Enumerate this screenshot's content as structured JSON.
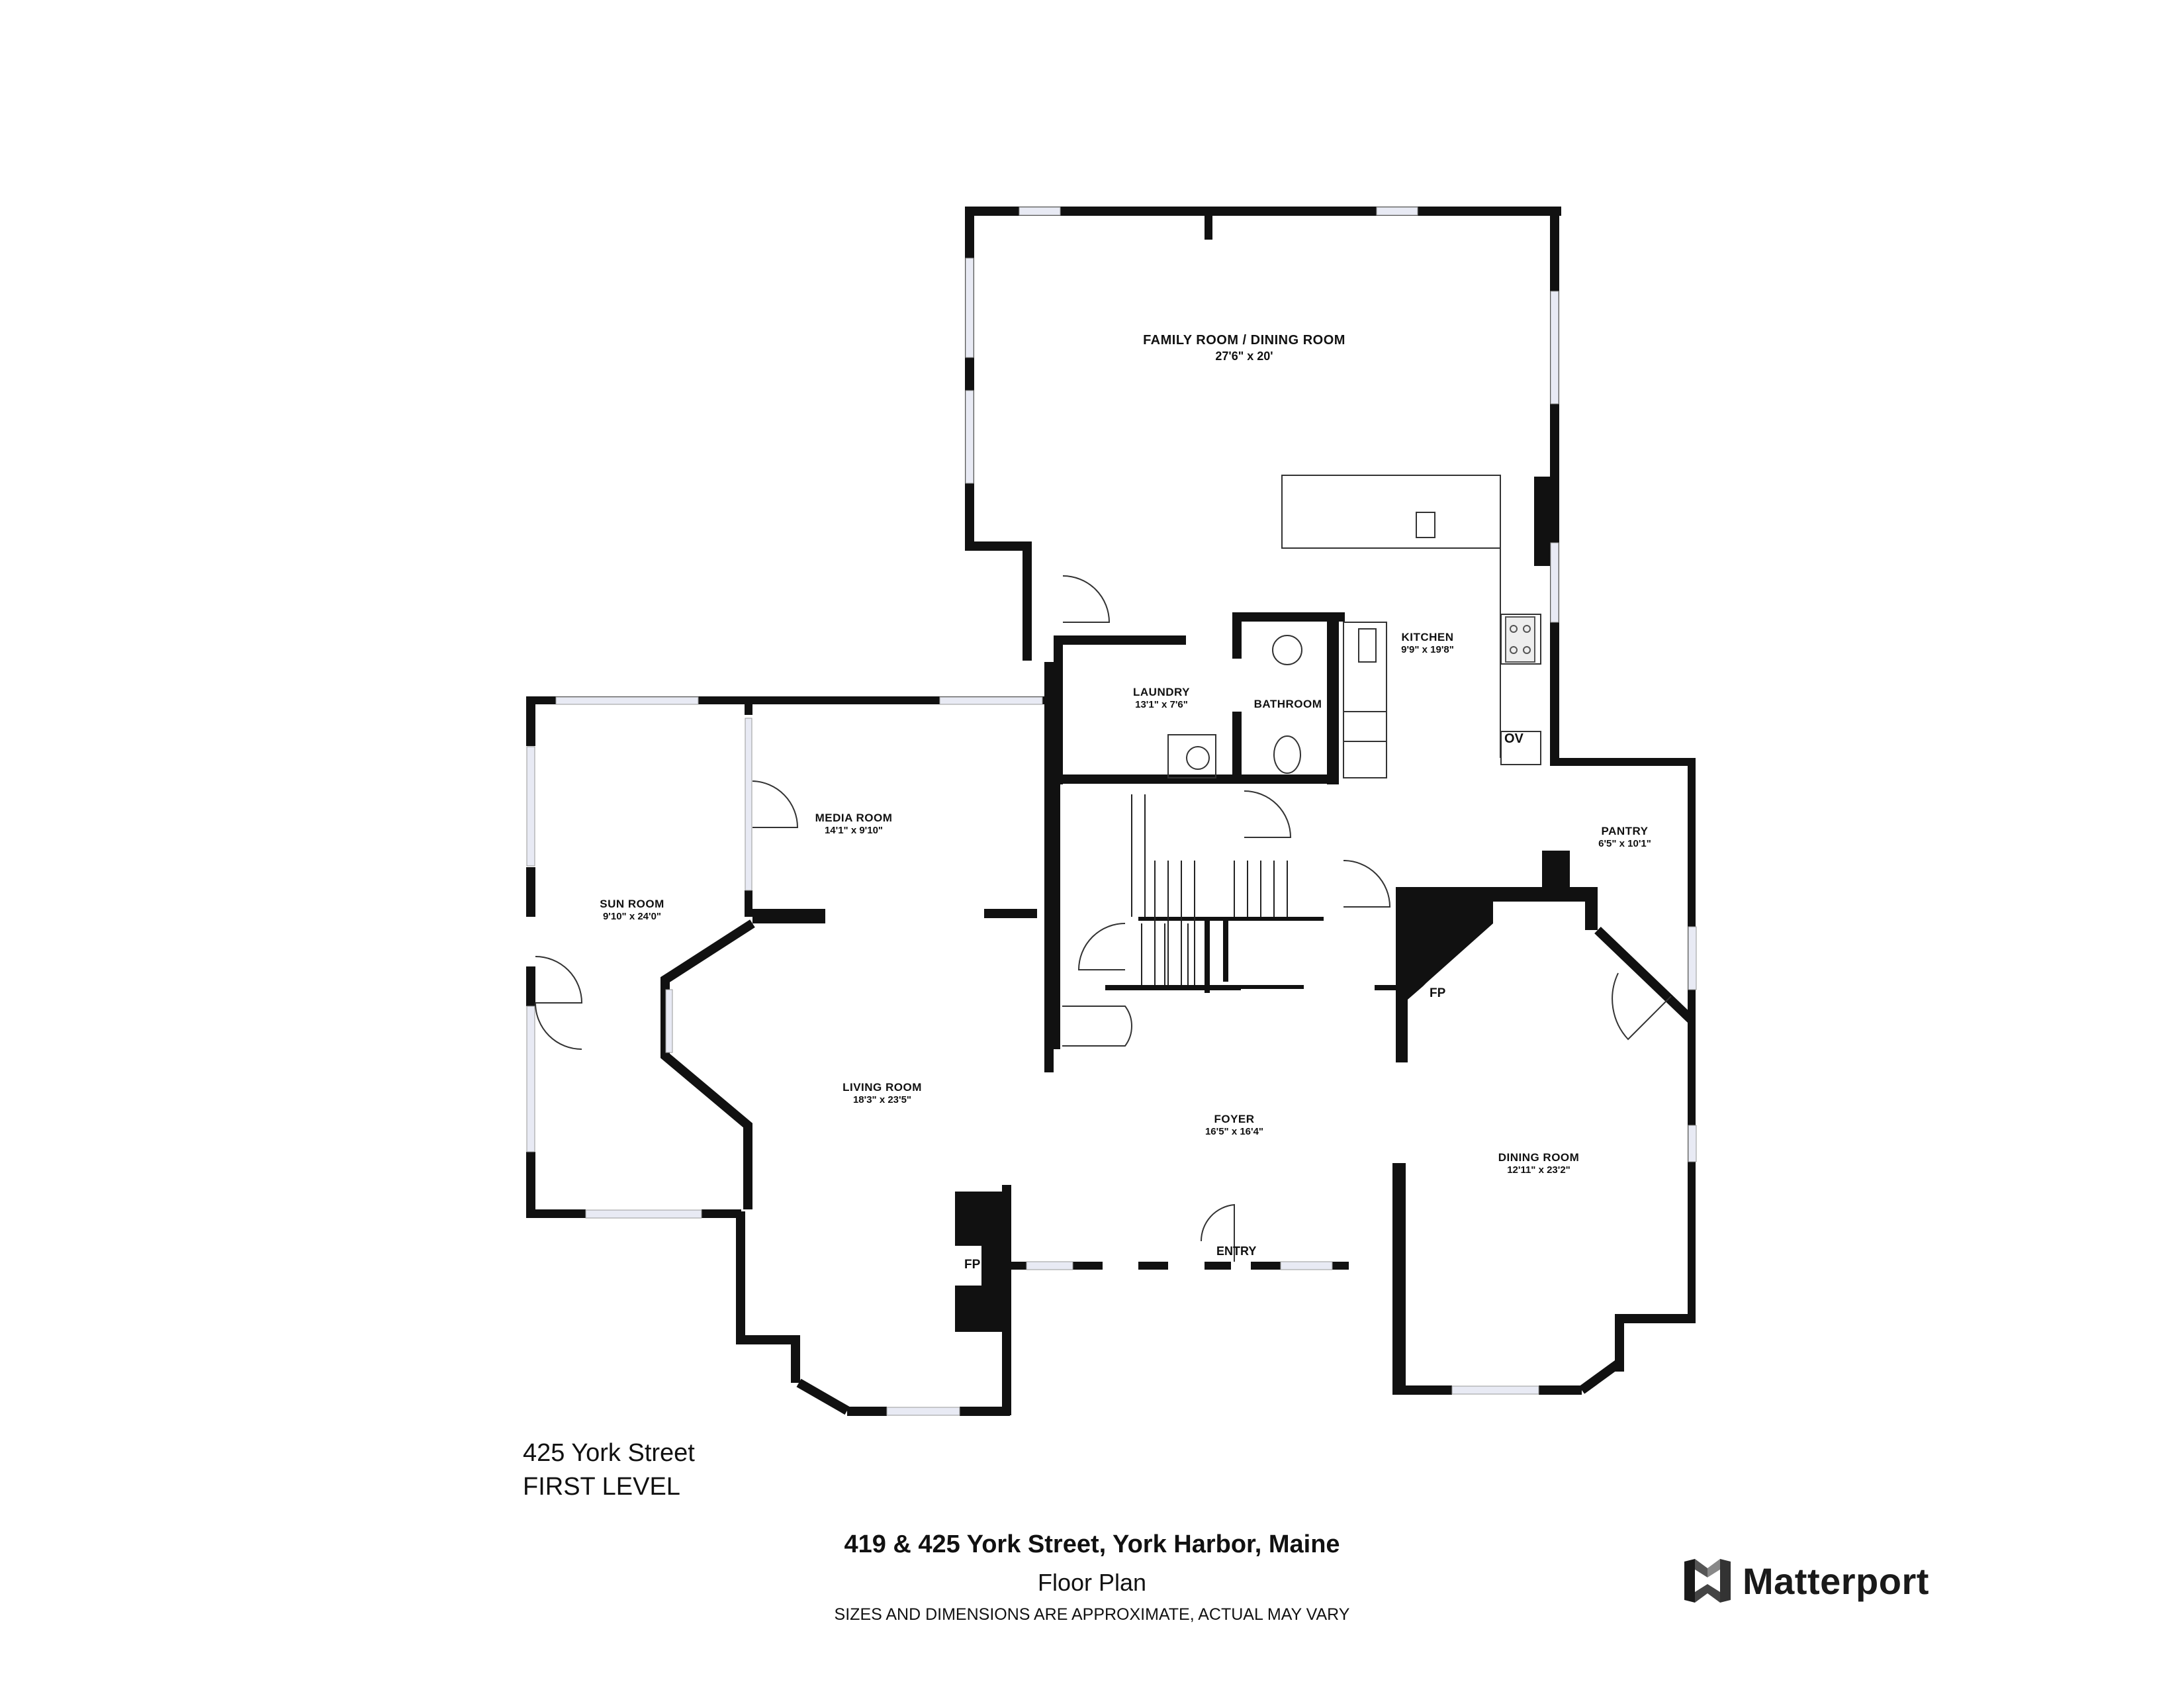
{
  "plan": {
    "level_title": "425 York Street",
    "level_name": "FIRST LEVEL",
    "rooms": [
      {
        "name": "FAMILY ROOM / DINING ROOM",
        "dimensions": "27'6\" x 20'"
      },
      {
        "name": "KITCHEN",
        "dimensions": "9'9\" x 19'8\""
      },
      {
        "name": "LAUNDRY",
        "dimensions": "13'1\" x 7'6\""
      },
      {
        "name": "BATHROOM",
        "dimensions": ""
      },
      {
        "name": "PANTRY",
        "dimensions": "6'5\" x 10'1\""
      },
      {
        "name": "MEDIA ROOM",
        "dimensions": "14'1\" x 9'10\""
      },
      {
        "name": "SUN ROOM",
        "dimensions": "9'10\" x 24'0\""
      },
      {
        "name": "LIVING ROOM",
        "dimensions": "18'3\" x 23'5\""
      },
      {
        "name": "FOYER",
        "dimensions": "16'5\" x 16'4\""
      },
      {
        "name": "DINING ROOM",
        "dimensions": "12'11\" x 23'2\""
      }
    ],
    "fixtures": {
      "fireplace_living": "FP",
      "fireplace_dining": "FP",
      "entry": "ENTRY",
      "oven": "OV"
    }
  },
  "footer": {
    "address": "419 & 425 York Street, York Harbor, Maine",
    "subtitle": "Floor Plan",
    "disclaimer": "SIZES AND DIMENSIONS ARE APPROXIMATE, ACTUAL MAY VARY"
  },
  "brand": {
    "name": "Matterport",
    "icon": "matterport-logo-icon"
  },
  "colors": {
    "wall": "#111111",
    "window": "#e6e8f2",
    "line": "#333333",
    "background": "#ffffff"
  }
}
